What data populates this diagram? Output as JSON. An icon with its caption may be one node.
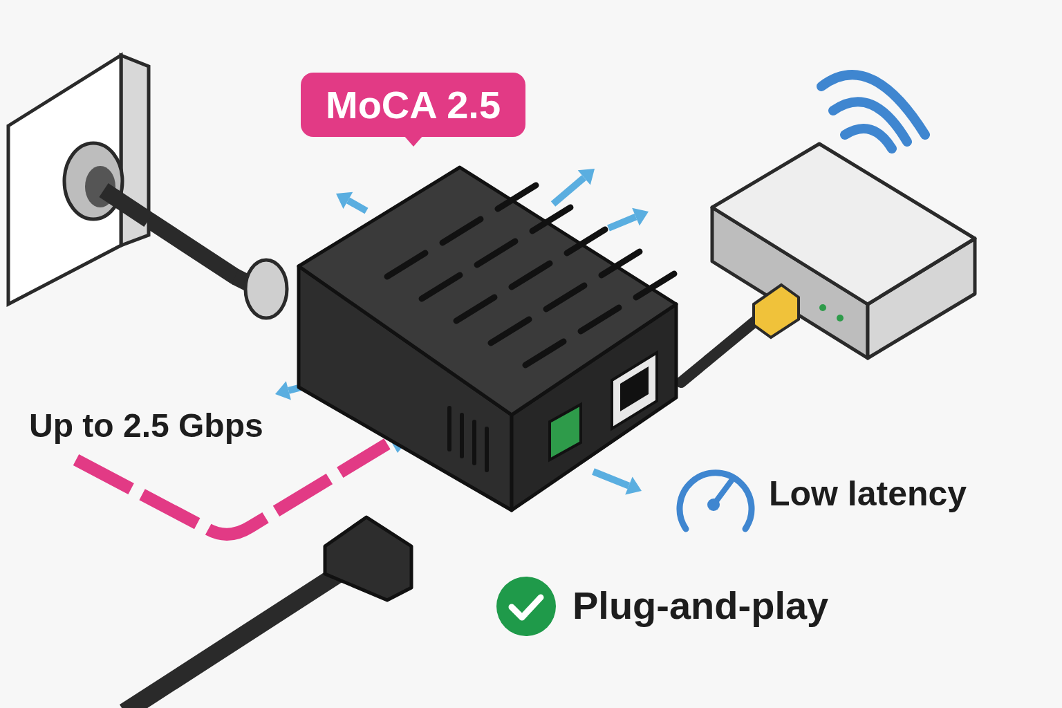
{
  "diagram": {
    "nodes": [
      {
        "text": [],
        "shape": "picture"
      },
      {
        "text": [
          "MoCA 2.5"
        ]
      },
      {
        "text": [],
        "shape": "picture"
      },
      {
        "text": [],
        "shape": "picture"
      }
    ],
    "edges": [
      {
        "from": 0,
        "to": 2,
        "arrow": "none"
      },
      {
        "from": 2,
        "to": 3,
        "arrow": "none"
      }
    ],
    "labels": [
      "Up to 2.5 Gbps",
      "Low latency",
      "Plug-and-play"
    ]
  }
}
